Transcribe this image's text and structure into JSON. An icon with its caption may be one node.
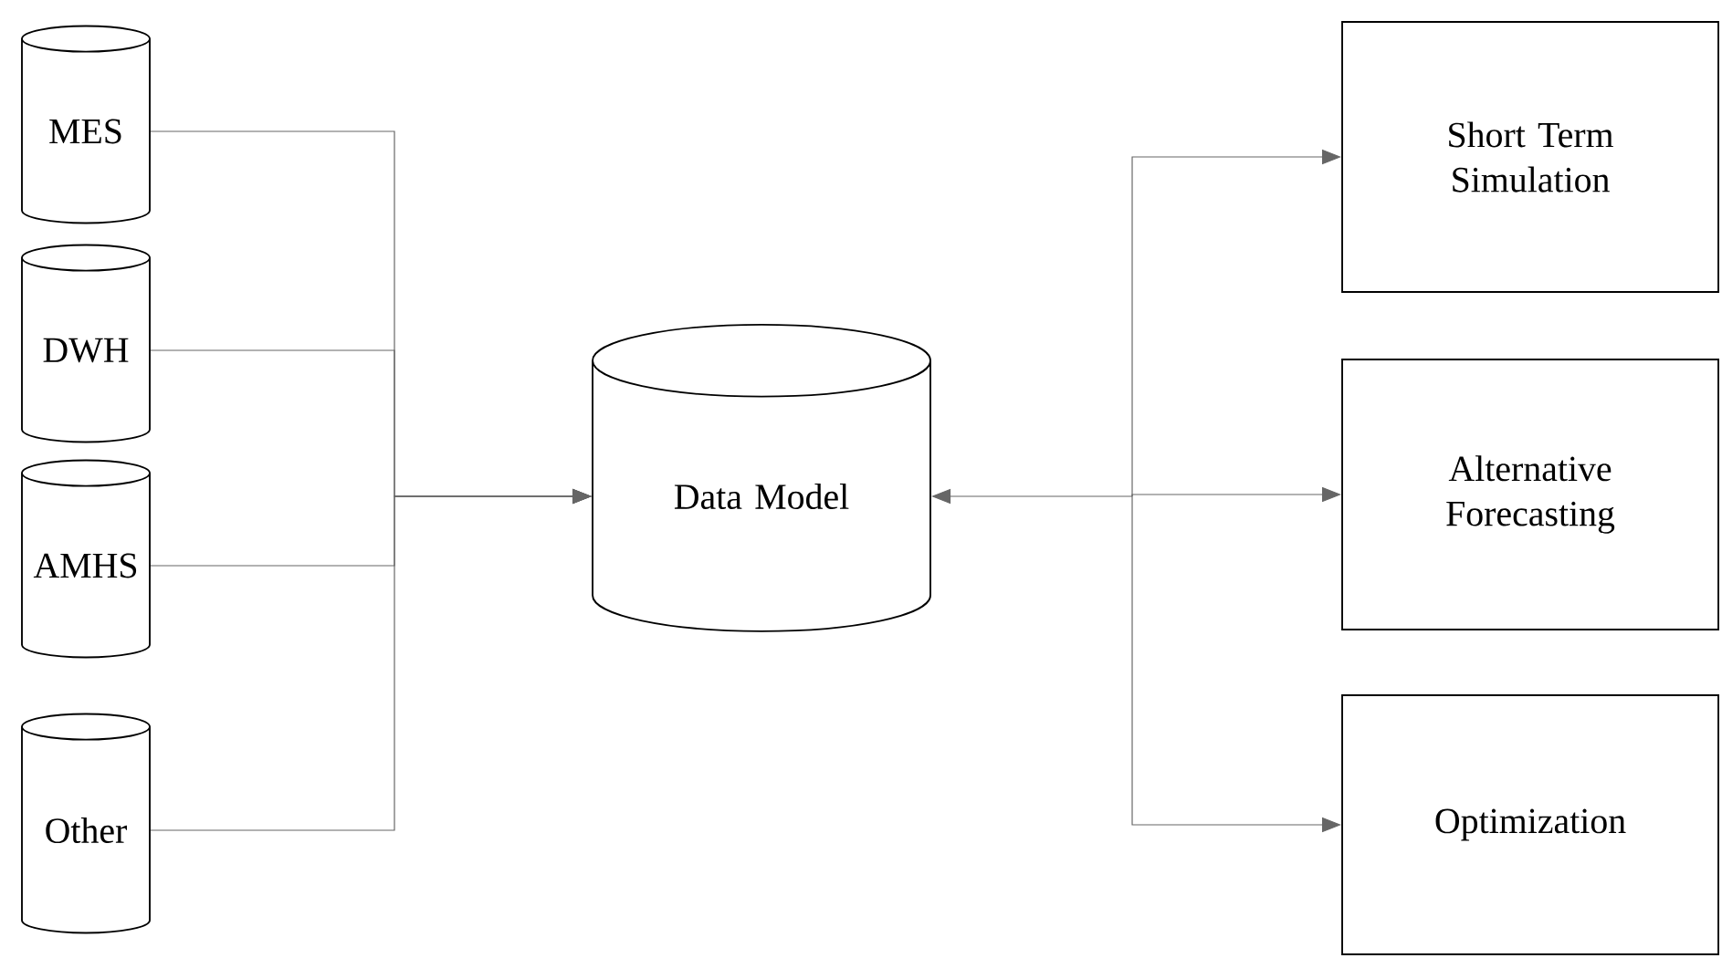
{
  "diagram": {
    "nodes": [
      {
        "text": [
          "MES"
        ]
      },
      {
        "text": [
          "DWH"
        ]
      },
      {
        "text": [
          "AMHS"
        ]
      },
      {
        "text": [
          "Other"
        ]
      },
      {
        "text": [
          "Data Model"
        ]
      },
      {
        "text": [
          "Short Term Simulation"
        ]
      },
      {
        "text": [
          "Alternative Forecasting"
        ]
      },
      {
        "text": [
          "Optimization"
        ]
      }
    ],
    "edges": [
      {
        "from": 0,
        "to": 4,
        "arrow": "to"
      },
      {
        "from": 1,
        "to": 4,
        "arrow": "to"
      },
      {
        "from": 2,
        "to": 4,
        "arrow": "to"
      },
      {
        "from": 3,
        "to": 4,
        "arrow": "to"
      },
      {
        "from": 4,
        "to": 5,
        "arrow": "both"
      },
      {
        "from": 4,
        "to": 6,
        "arrow": "both"
      },
      {
        "from": 4,
        "to": 7,
        "arrow": "both"
      }
    ]
  }
}
